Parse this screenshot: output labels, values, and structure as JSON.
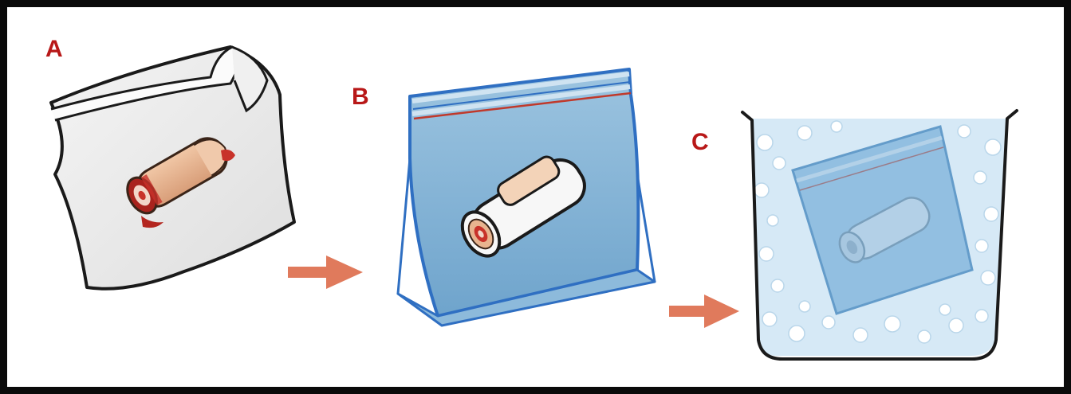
{
  "steps": [
    {
      "label": "A",
      "illustration": "finger-wrapped-in-moist-cloth"
    },
    {
      "label": "B",
      "illustration": "wrapped-finger-in-sealed-plastic-bag"
    },
    {
      "label": "C",
      "illustration": "sealed-bag-in-container-of-ice"
    }
  ],
  "colors": {
    "label": "#b81818",
    "arrow": "#e07a5c",
    "bag_fill": "#7fb2d6",
    "bag_edge": "#2f6fc2",
    "finger_skin": "#e6b38f",
    "blood": "#c8322a",
    "ice": "#d8eaf5"
  },
  "arrow_icon": "right-arrow-icon"
}
